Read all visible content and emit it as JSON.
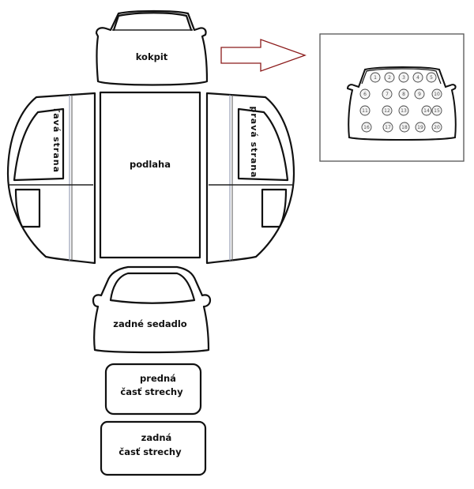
{
  "parts": {
    "kokpit": "kokpit",
    "lava_strana": "ľavá strana",
    "podlaha": "podlaha",
    "prava_strana": "pravá strana",
    "zadne_sedadlo": "zadné sedadlo",
    "predna_strecha_line1": "predná",
    "predna_strecha_line2": "časť strechy",
    "zadna_strecha_line1": "zadná",
    "zadna_strecha_line2": "časť strechy"
  },
  "detail": {
    "pads": [
      "1",
      "2",
      "3",
      "4",
      "5",
      "6",
      "7",
      "8",
      "9",
      "10",
      "11",
      "12",
      "13",
      "14",
      "15",
      "16",
      "17",
      "18",
      "19",
      "20"
    ]
  },
  "colors": {
    "outline": "#111111",
    "arrow": "#8b1a1a",
    "frame": "#555555"
  }
}
